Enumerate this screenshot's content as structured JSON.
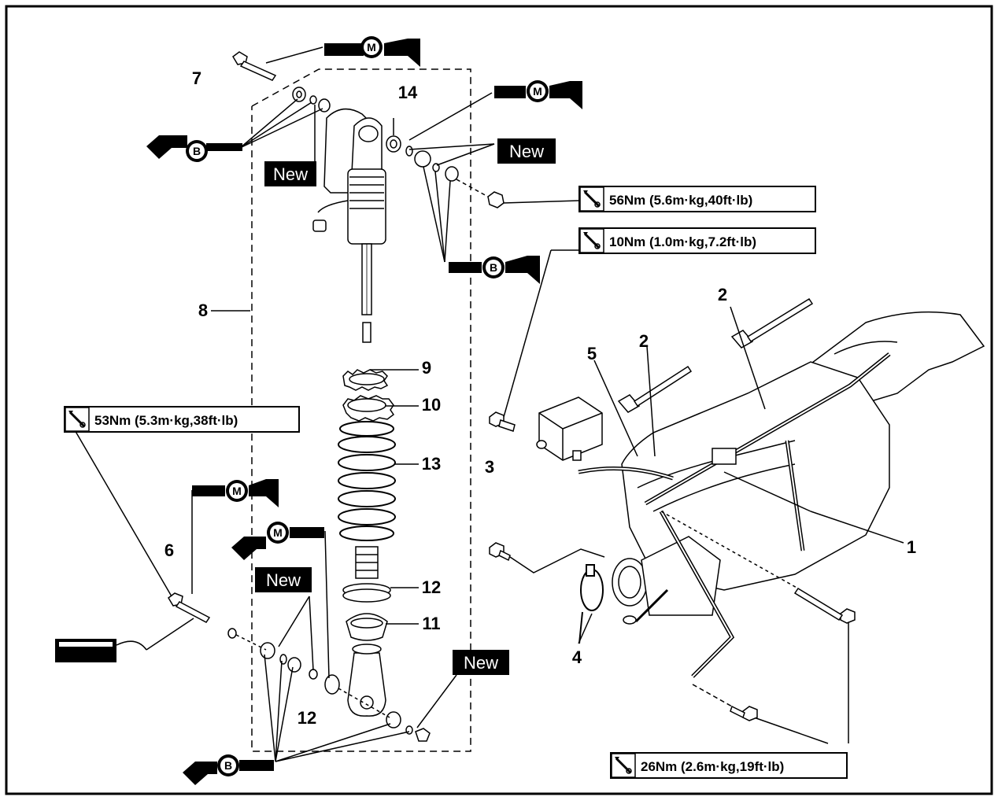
{
  "torques": {
    "t56": "56Nm (5.6m·kg,40ft·lb)",
    "t10": "10Nm (1.0m·kg,7.2ft·lb)",
    "t53": "53Nm (5.3m·kg,38ft·lb)",
    "t26": "26Nm (2.6m·kg,19ft·lb)"
  },
  "new_labels": {
    "upper_left": "New",
    "upper_right": "New",
    "lower_left": "New",
    "lower_right": "New"
  },
  "lube_letters": {
    "moly": "M",
    "bearing": "B"
  },
  "callouts": {
    "n1": "1",
    "n2a": "2",
    "n2b": "2",
    "n3": "3",
    "n4": "4",
    "n5": "5",
    "n6": "6",
    "n7": "7",
    "n8": "8",
    "n9": "9",
    "n10": "10",
    "n11": "11",
    "n12a": "12",
    "n12b": "12",
    "n13": "13",
    "n14": "14"
  }
}
